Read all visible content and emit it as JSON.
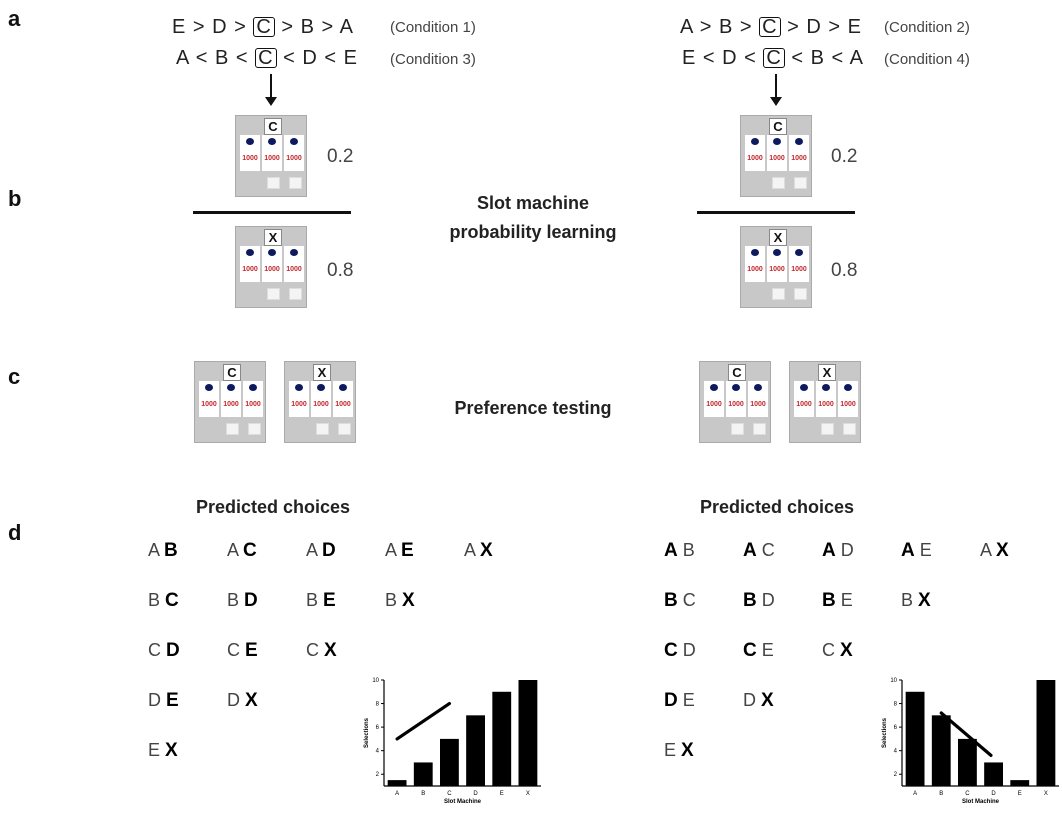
{
  "panel_labels": {
    "a": "a",
    "b": "b",
    "c": "c",
    "d": "d"
  },
  "orders": {
    "left": [
      {
        "pre": "E > D > ",
        "mid": "C",
        "post": " > B > A",
        "cond": "(Condition 1)"
      },
      {
        "pre": "A < B < ",
        "mid": "C",
        "post": " < D < E",
        "cond": "(Condition 3)"
      }
    ],
    "right": [
      {
        "pre": "A > B > ",
        "mid": "C",
        "post": " > D > E",
        "cond": "(Condition 2)"
      },
      {
        "pre": "E < D < ",
        "mid": "C",
        "post": " < B < A",
        "cond": "(Condition 4)"
      }
    ]
  },
  "machine": {
    "reel_value": "1000",
    "label_c": "C",
    "label_x": "X"
  },
  "probabilities": {
    "c": "0.2",
    "x": "0.8"
  },
  "labels": {
    "learning_line1": "Slot machine",
    "learning_line2": "probability learning",
    "preference": "Preference testing",
    "predicted": "Predicted choices"
  },
  "choices_left": [
    [
      [
        "A",
        "B",
        2
      ],
      [
        "A",
        "C",
        2
      ],
      [
        "A",
        "D",
        2
      ],
      [
        "A",
        "E",
        2
      ],
      [
        "A",
        "X",
        2
      ]
    ],
    [
      [
        "B",
        "C",
        2
      ],
      [
        "B",
        "D",
        2
      ],
      [
        "B",
        "E",
        2
      ],
      [
        "B",
        "X",
        2
      ]
    ],
    [
      [
        "C",
        "D",
        2
      ],
      [
        "C",
        "E",
        2
      ],
      [
        "C",
        "X",
        2
      ]
    ],
    [
      [
        "D",
        "E",
        2
      ],
      [
        "D",
        "X",
        2
      ]
    ],
    [
      [
        "E",
        "X",
        2
      ]
    ]
  ],
  "choices_right": [
    [
      [
        "A",
        "B",
        1
      ],
      [
        "A",
        "C",
        1
      ],
      [
        "A",
        "D",
        1
      ],
      [
        "A",
        "E",
        1
      ],
      [
        "A",
        "X",
        2
      ]
    ],
    [
      [
        "B",
        "C",
        1
      ],
      [
        "B",
        "D",
        1
      ],
      [
        "B",
        "E",
        1
      ],
      [
        "B",
        "X",
        2
      ]
    ],
    [
      [
        "C",
        "D",
        1
      ],
      [
        "C",
        "E",
        1
      ],
      [
        "C",
        "X",
        2
      ]
    ],
    [
      [
        "D",
        "E",
        1
      ],
      [
        "D",
        "X",
        2
      ]
    ],
    [
      [
        "E",
        "X",
        2
      ]
    ]
  ],
  "chart_data": [
    {
      "type": "bar",
      "categories": [
        "A",
        "B",
        "C",
        "D",
        "E",
        "X"
      ],
      "values": [
        1.5,
        3,
        5,
        7,
        9,
        10
      ],
      "xlabel": "Slot Machine",
      "ylabel": "Selections",
      "ylim": [
        1,
        10
      ],
      "yticks": [
        2,
        4,
        6,
        8,
        10
      ],
      "trend": "increasing"
    },
    {
      "type": "bar",
      "categories": [
        "A",
        "B",
        "C",
        "D",
        "E",
        "X"
      ],
      "values": [
        9,
        7,
        5,
        3,
        1.5,
        10
      ],
      "xlabel": "Slot Machine",
      "ylabel": "Selections",
      "ylim": [
        1,
        10
      ],
      "yticks": [
        2,
        4,
        6,
        8,
        10
      ],
      "trend": "decreasing"
    }
  ]
}
